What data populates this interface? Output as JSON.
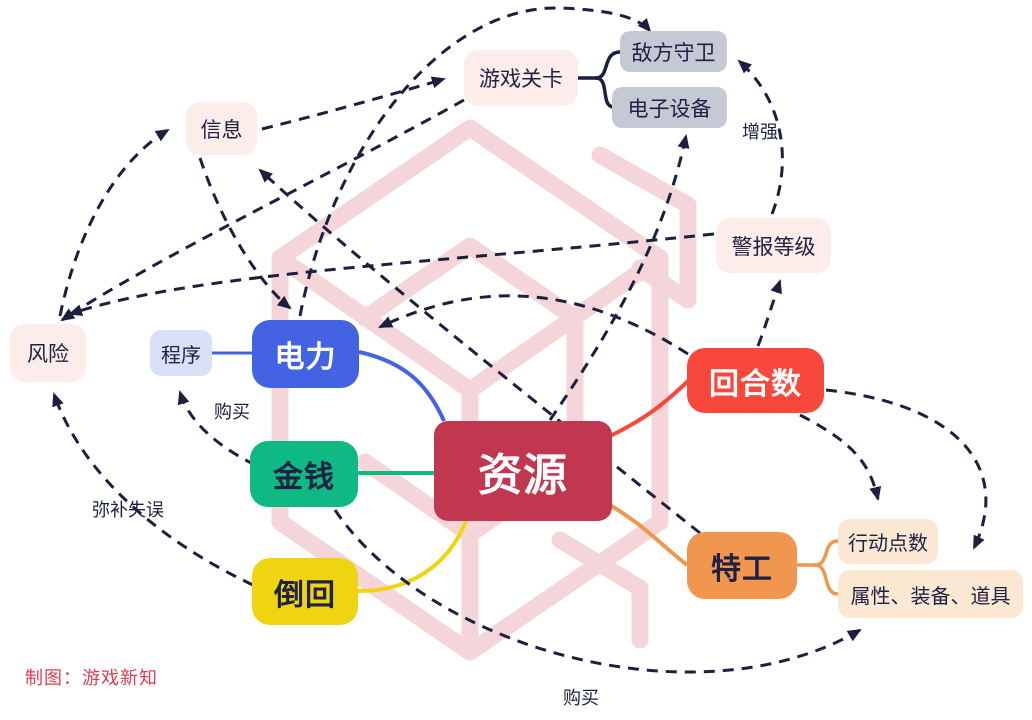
{
  "nodes": {
    "ziyuan": {
      "label": "资源",
      "bg": "#c23750",
      "fg": "#ffffff"
    },
    "dianli": {
      "label": "电力",
      "bg": "#4363e3",
      "fg": "#ffffff"
    },
    "jinqian": {
      "label": "金钱",
      "bg": "#0eb983",
      "fg": "#1e2142"
    },
    "daohui": {
      "label": "倒回",
      "bg": "#efd511",
      "fg": "#1e2142"
    },
    "huiheshu": {
      "label": "回合数",
      "bg": "#f8473b",
      "fg": "#ffffff"
    },
    "tegong": {
      "label": "特工",
      "bg": "#f0964e",
      "fg": "#1e2142"
    },
    "chengxu": {
      "label": "程序",
      "bg": "#d8e1f8",
      "fg": "#1e2142"
    },
    "xinxi": {
      "label": "信息",
      "bg": "#fcedea",
      "fg": "#1e2142"
    },
    "fengxian": {
      "label": "风险",
      "bg": "#fcedea",
      "fg": "#1e2142"
    },
    "youxiguanka": {
      "label": "游戏关卡",
      "bg": "#fcedea",
      "fg": "#1e2142"
    },
    "difangshouwei": {
      "label": "敌方守卫",
      "bg": "#c4c9d4",
      "fg": "#1e2142"
    },
    "dianzishebei": {
      "label": "电子设备",
      "bg": "#c4c9d4",
      "fg": "#1e2142"
    },
    "jingbaodengji": {
      "label": "警报等级",
      "bg": "#fcedea",
      "fg": "#1e2142"
    },
    "xingdongdianshu": {
      "label": "行动点数",
      "bg": "#fae8d2",
      "fg": "#1e2142"
    },
    "shuxing": {
      "label": "属性、装备、道具",
      "bg": "#fae8d2",
      "fg": "#1e2142"
    }
  },
  "edge_labels": {
    "zengqiang": "增强",
    "goumai_top": "购买",
    "mibushiwu": "弥补失误",
    "goumai_bottom": "购买"
  },
  "edges": [
    {
      "from": "资源",
      "to": "电力",
      "style": "solid"
    },
    {
      "from": "资源",
      "to": "金钱",
      "style": "solid"
    },
    {
      "from": "资源",
      "to": "倒回",
      "style": "solid"
    },
    {
      "from": "资源",
      "to": "回合数",
      "style": "solid"
    },
    {
      "from": "资源",
      "to": "特工",
      "style": "solid"
    },
    {
      "from": "程序",
      "to": "电力",
      "style": "solid"
    },
    {
      "from": "游戏关卡",
      "to": "敌方守卫",
      "style": "bracket"
    },
    {
      "from": "游戏关卡",
      "to": "电子设备",
      "style": "bracket"
    },
    {
      "from": "特工",
      "to": "行动点数",
      "style": "bracket"
    },
    {
      "from": "特工",
      "to": "属性、装备、道具",
      "style": "bracket"
    },
    {
      "from": "风险",
      "to": "信息",
      "style": "dashed"
    },
    {
      "from": "信息",
      "to": "游戏关卡",
      "style": "dashed"
    },
    {
      "from": "电力",
      "to": "敌方守卫",
      "style": "dashed"
    },
    {
      "from": "警报等级",
      "to": "敌方守卫",
      "style": "dashed",
      "label": "增强"
    },
    {
      "from": "回合数",
      "to": "警报等级",
      "style": "dashed"
    },
    {
      "from": "回合数",
      "to": "电力",
      "style": "dashed"
    },
    {
      "from": "电力",
      "to": "电子设备",
      "style": "dashed"
    },
    {
      "from": "回合数",
      "to": "行动点数",
      "style": "dashed"
    },
    {
      "from": "回合数",
      "to": "属性、装备、道具",
      "style": "dashed"
    },
    {
      "from": "金钱",
      "to": "程序",
      "style": "dashed",
      "label": "购买"
    },
    {
      "from": "金钱",
      "to": "属性、装备、道具",
      "style": "dashed",
      "label": "购买"
    },
    {
      "from": "倒回",
      "to": "风险",
      "style": "dashed",
      "label": "弥补失误"
    },
    {
      "from": "特工",
      "to": "信息",
      "style": "dashed"
    },
    {
      "from": "警报等级",
      "to": "风险",
      "style": "dashed"
    },
    {
      "from": "游戏关卡",
      "to": "风险",
      "style": "dashed"
    },
    {
      "from": "信息",
      "to": "电力",
      "style": "dashed"
    }
  ],
  "credit": "制图：游戏新知",
  "colors": {
    "dashed_line": "#1c1f3e",
    "watermark": "#f3d5da",
    "credit_text": "#e23c50"
  }
}
